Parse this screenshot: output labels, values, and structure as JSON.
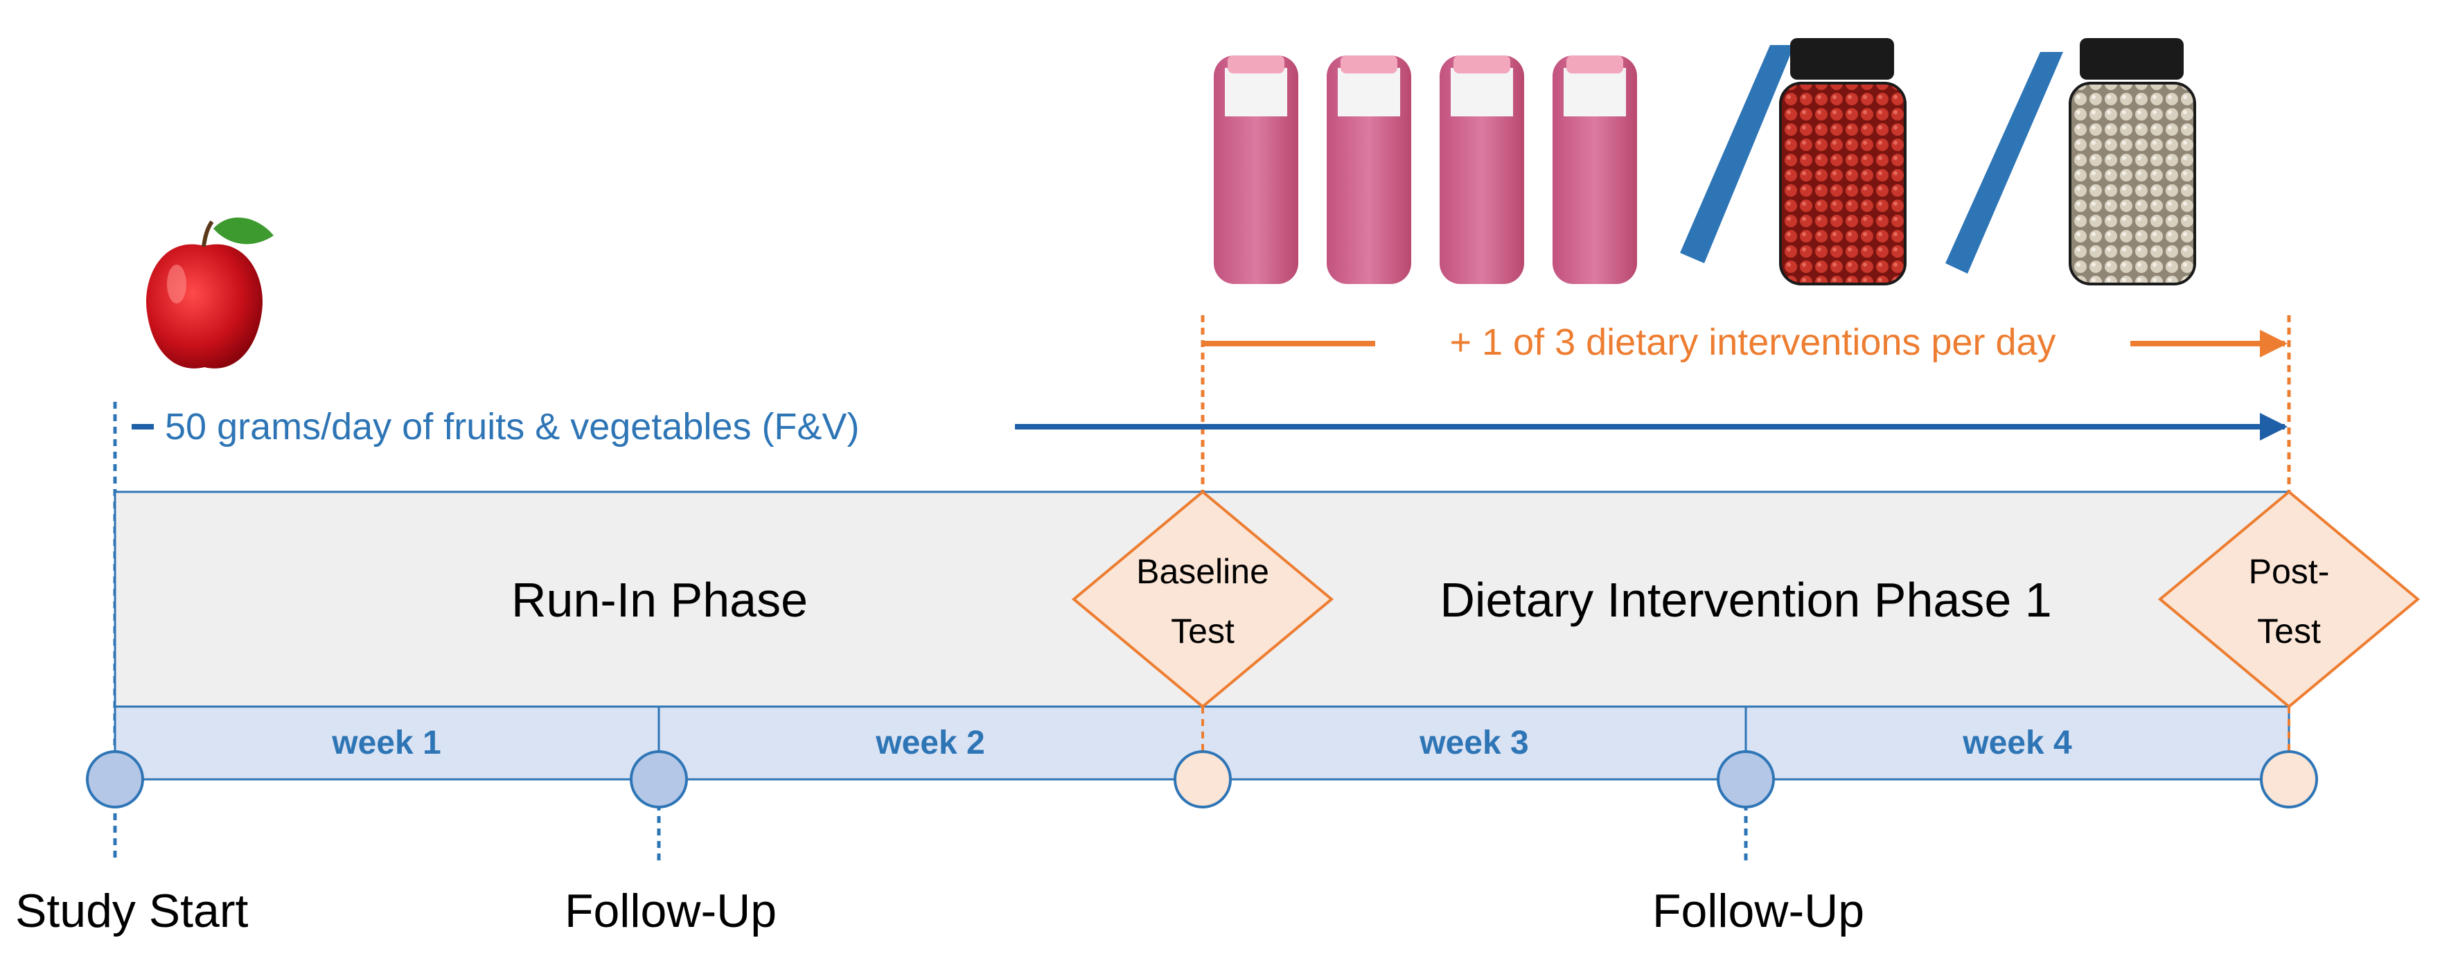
{
  "labels": {
    "fv_arrow": "50 grams/day of fruits & vegetables (F&V)",
    "intervention_arrow": "+ 1 of 3 dietary interventions per day",
    "run_in_phase": "Run-In Phase",
    "intervention_phase": "Dietary Intervention Phase 1",
    "baseline_line1": "Baseline",
    "baseline_line2": "Test",
    "post_line1": "Post-",
    "post_line2": "Test",
    "week1": "week 1",
    "week2": "week 2",
    "week3": "week 3",
    "week4": "week 4",
    "study_start": "Study Start",
    "follow_up_1": "Follow-Up",
    "follow_up_2": "Follow-Up"
  },
  "colors": {
    "blue": "#2e75b6",
    "blue_dark": "#1f5fa8",
    "blue_fill": "#dae3f3",
    "blue_circle": "#b4c7e7",
    "orange": "#ed7d31",
    "orange_fill": "#fbe5d6",
    "phase_fill": "#efefef",
    "text": "#000000"
  },
  "icons": {
    "apple": "apple-icon",
    "smoothie": "smoothie-bottle-icon",
    "red_capsules": "red-capsule-jar-icon",
    "beige_capsules": "beige-capsule-jar-icon",
    "slash": "slash-divider-icon"
  }
}
